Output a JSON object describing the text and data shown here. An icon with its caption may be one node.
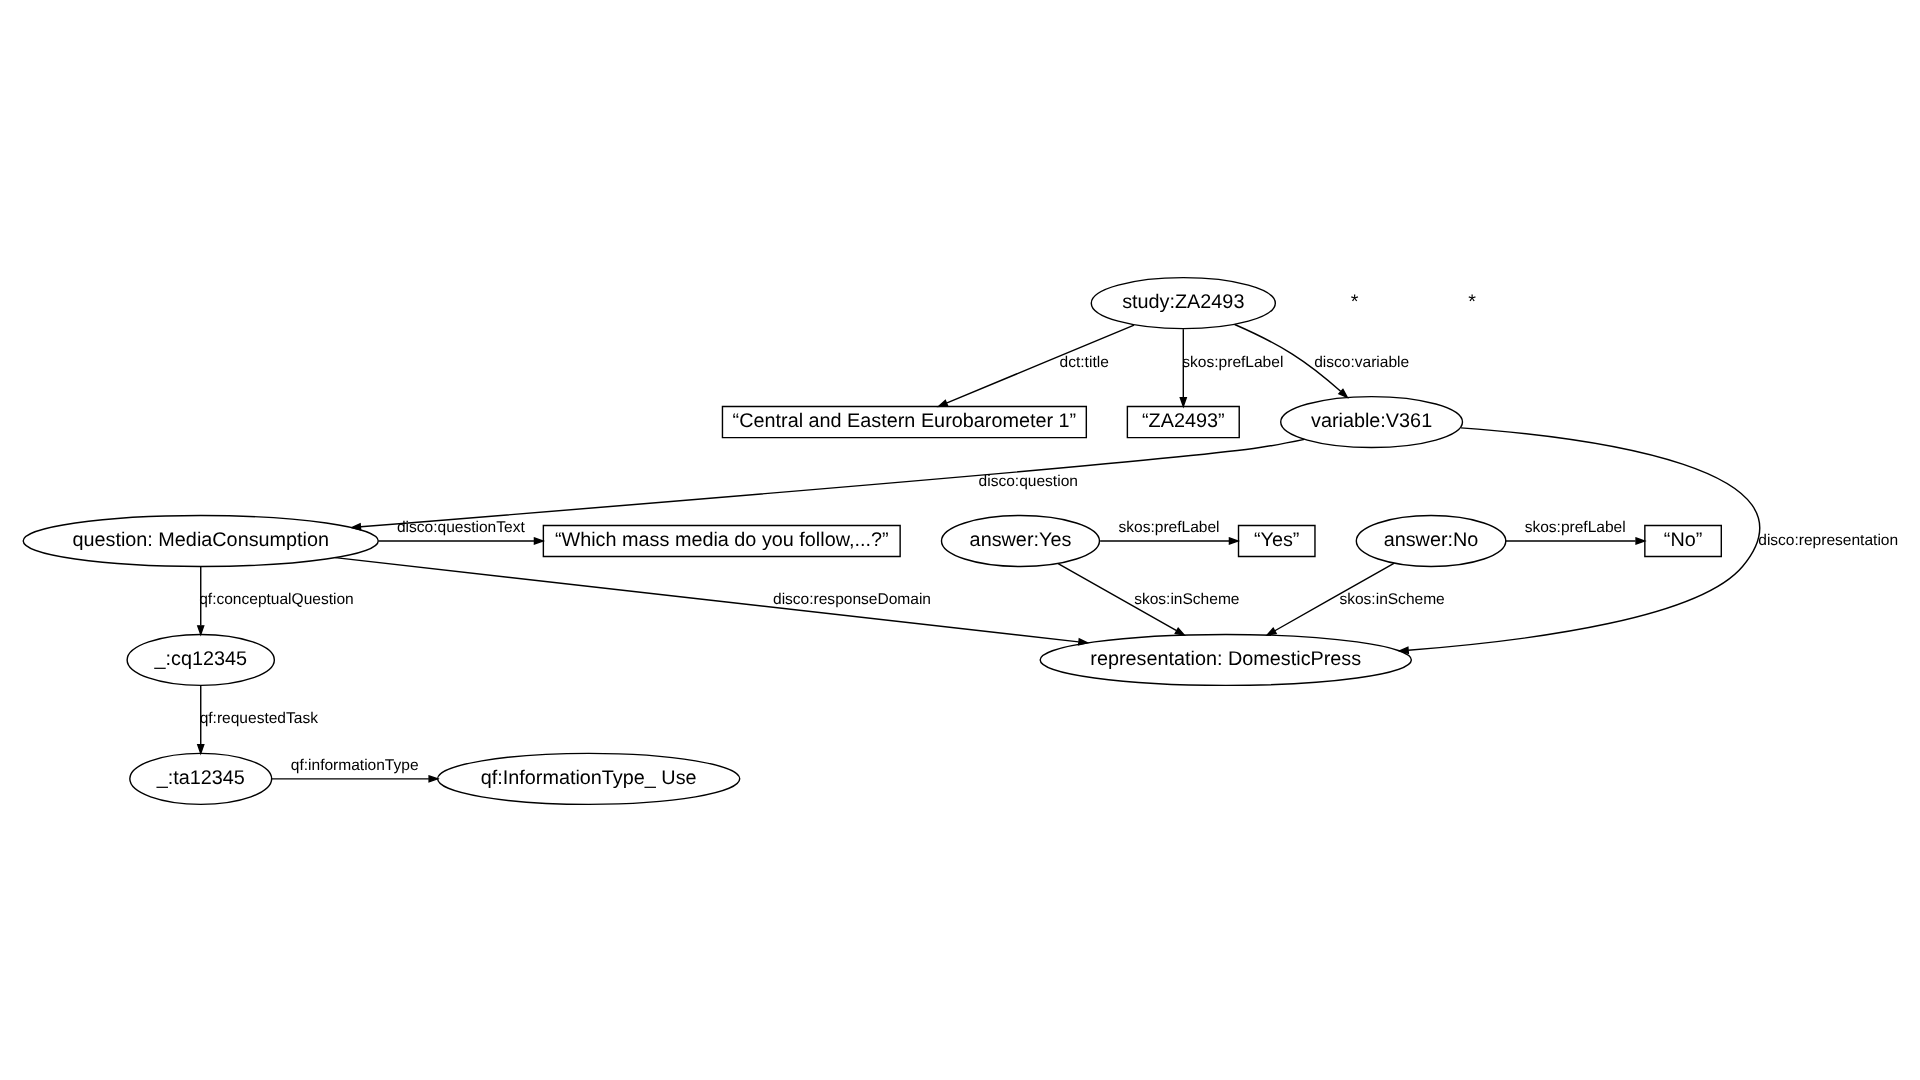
{
  "diagram": {
    "nodes": [
      {
        "text": [
          "study:ZA2493"
        ]
      },
      {
        "text": [
          "“Central and Eastern Eurobarometer 1”"
        ]
      },
      {
        "text": [
          "“ZA2493”"
        ]
      },
      {
        "text": [
          "variable:V361"
        ]
      },
      {
        "text": [
          "representation: DomesticPress"
        ]
      },
      {
        "text": [
          "answer:Yes"
        ]
      },
      {
        "text": [
          "“Yes”"
        ]
      },
      {
        "text": [
          "answer:No"
        ]
      },
      {
        "text": [
          "“No”"
        ]
      },
      {
        "text": [
          "question: MediaConsumption"
        ]
      },
      {
        "text": [
          "“Which mass media do you follow,...?”"
        ]
      },
      {
        "text": [
          "_:cq12345"
        ]
      },
      {
        "text": [
          "_:ta12345"
        ]
      },
      {
        "text": [
          "qf:InformationType_ Use"
        ]
      }
    ],
    "edges": [
      {
        "from": 0,
        "to": 1,
        "arrow": "to",
        "label": "dct:title"
      },
      {
        "from": 0,
        "to": 2,
        "arrow": "to",
        "label": "skos:prefLabel"
      },
      {
        "from": 0,
        "to": 3,
        "arrow": "to",
        "label": "disco:variable"
      },
      {
        "from": 3,
        "to": 4,
        "arrow": "to",
        "label": "disco:representation"
      },
      {
        "from": 5,
        "to": 4,
        "arrow": "to",
        "label": "skos:inScheme"
      },
      {
        "from": 5,
        "to": 6,
        "arrow": "to",
        "label": "skos:prefLabel"
      },
      {
        "from": 7,
        "to": 4,
        "arrow": "to",
        "label": "skos:inScheme"
      },
      {
        "from": 7,
        "to": 8,
        "arrow": "to",
        "label": "skos:prefLabel"
      },
      {
        "from": 3,
        "to": 9,
        "arrow": "to",
        "label": "disco:question"
      },
      {
        "from": 9,
        "to": 4,
        "arrow": "to",
        "label": "disco:responseDomain"
      },
      {
        "from": 9,
        "to": 10,
        "arrow": "to",
        "label": "disco:questionText"
      },
      {
        "from": 9,
        "to": 11,
        "arrow": "to",
        "label": "qf:conceptualQuestion"
      },
      {
        "from": 11,
        "to": 12,
        "arrow": "to",
        "label": "qf:requestedTask"
      },
      {
        "from": 12,
        "to": 13,
        "arrow": "to",
        "label": "qf:informationType"
      }
    ],
    "labels": [
      "*",
      "*"
    ]
  }
}
